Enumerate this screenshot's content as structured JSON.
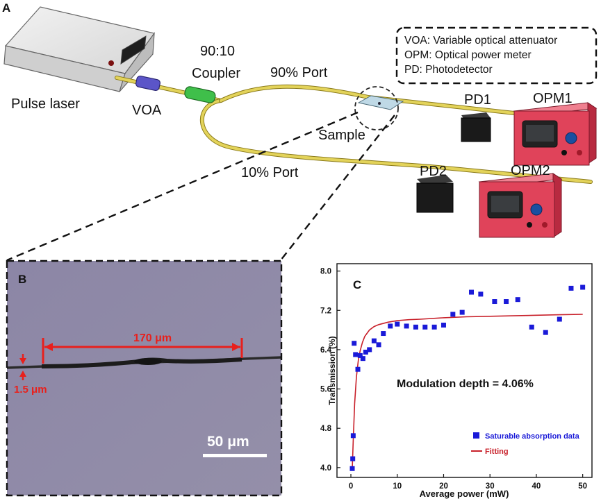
{
  "panelA": {
    "letter": "A",
    "laser_label": "Pulse laser",
    "voa_label": "VOA",
    "coupler_ratio": "90:10",
    "coupler_label": "Coupler",
    "port90_label": "90% Port",
    "port10_label": "10% Port",
    "sample_label": "Sample",
    "pd1_label": "PD1",
    "pd2_label": "PD2",
    "opm1_label": "OPM1",
    "opm2_label": "OPM2",
    "legend": [
      "VOA: Variable optical attenuator",
      "OPM: Optical power meter",
      "PD: Photodetector"
    ],
    "colors": {
      "fiber": "#e3d35a",
      "voa": "#5b55c8",
      "coupler": "#3fbf4a",
      "meter": "#e0435a",
      "detector": "#1a1a1a"
    }
  },
  "panelB": {
    "letter": "B",
    "length_label": "170 μm",
    "width_label": "1.5 μm",
    "scalebar_label": "50 μm",
    "colors": {
      "background": "#8f8aa6",
      "annotation": "#e8201c"
    }
  },
  "panelC": {
    "letter": "C",
    "annotation": "Modulation depth = 4.06%"
  },
  "chart_data": {
    "type": "scatter",
    "title": "",
    "xlabel": "Average power (mW)",
    "ylabel": "Transmission (%)",
    "xlim": [
      -3,
      52
    ],
    "ylim": [
      3.8,
      8.15
    ],
    "xticks": [
      0,
      10,
      20,
      30,
      40,
      50
    ],
    "yticks": [
      4.0,
      4.8,
      5.6,
      6.4,
      7.2,
      8.0
    ],
    "grid": false,
    "legend_position": "bottom-right",
    "series": [
      {
        "name": "Saturable absorption data",
        "kind": "scatter",
        "color": "#1a1ad8",
        "x": [
          0.3,
          0.4,
          0.5,
          0.7,
          1.0,
          1.5,
          2.0,
          2.6,
          3.2,
          4.0,
          5.0,
          6.0,
          7.0,
          8.5,
          10.0,
          12.0,
          14.0,
          16.0,
          18.0,
          20.0,
          22.0,
          24.0,
          26.0,
          28.0,
          31.0,
          33.5,
          36.0,
          39.0,
          42.0,
          45.0,
          47.5,
          50.0
        ],
        "y": [
          3.98,
          4.18,
          4.65,
          6.53,
          6.3,
          6.0,
          6.28,
          6.22,
          6.35,
          6.4,
          6.58,
          6.5,
          6.73,
          6.88,
          6.92,
          6.88,
          6.86,
          6.86,
          6.86,
          6.9,
          7.12,
          7.16,
          7.57,
          7.53,
          7.38,
          7.38,
          7.42,
          6.86,
          6.75,
          7.02,
          7.65,
          7.67
        ]
      },
      {
        "name": "Fitting",
        "kind": "line",
        "color": "#c8202a",
        "x": [
          0.3,
          0.5,
          0.8,
          1.2,
          1.6,
          2.0,
          2.5,
          3,
          4,
          5,
          6,
          8,
          10,
          12.5,
          15,
          20,
          25,
          30,
          35,
          40,
          45,
          50
        ],
        "y": [
          3.98,
          4.55,
          5.3,
          5.85,
          6.18,
          6.38,
          6.55,
          6.67,
          6.8,
          6.87,
          6.91,
          6.96,
          6.99,
          7.01,
          7.02,
          7.05,
          7.07,
          7.08,
          7.09,
          7.1,
          7.11,
          7.12
        ]
      }
    ]
  }
}
